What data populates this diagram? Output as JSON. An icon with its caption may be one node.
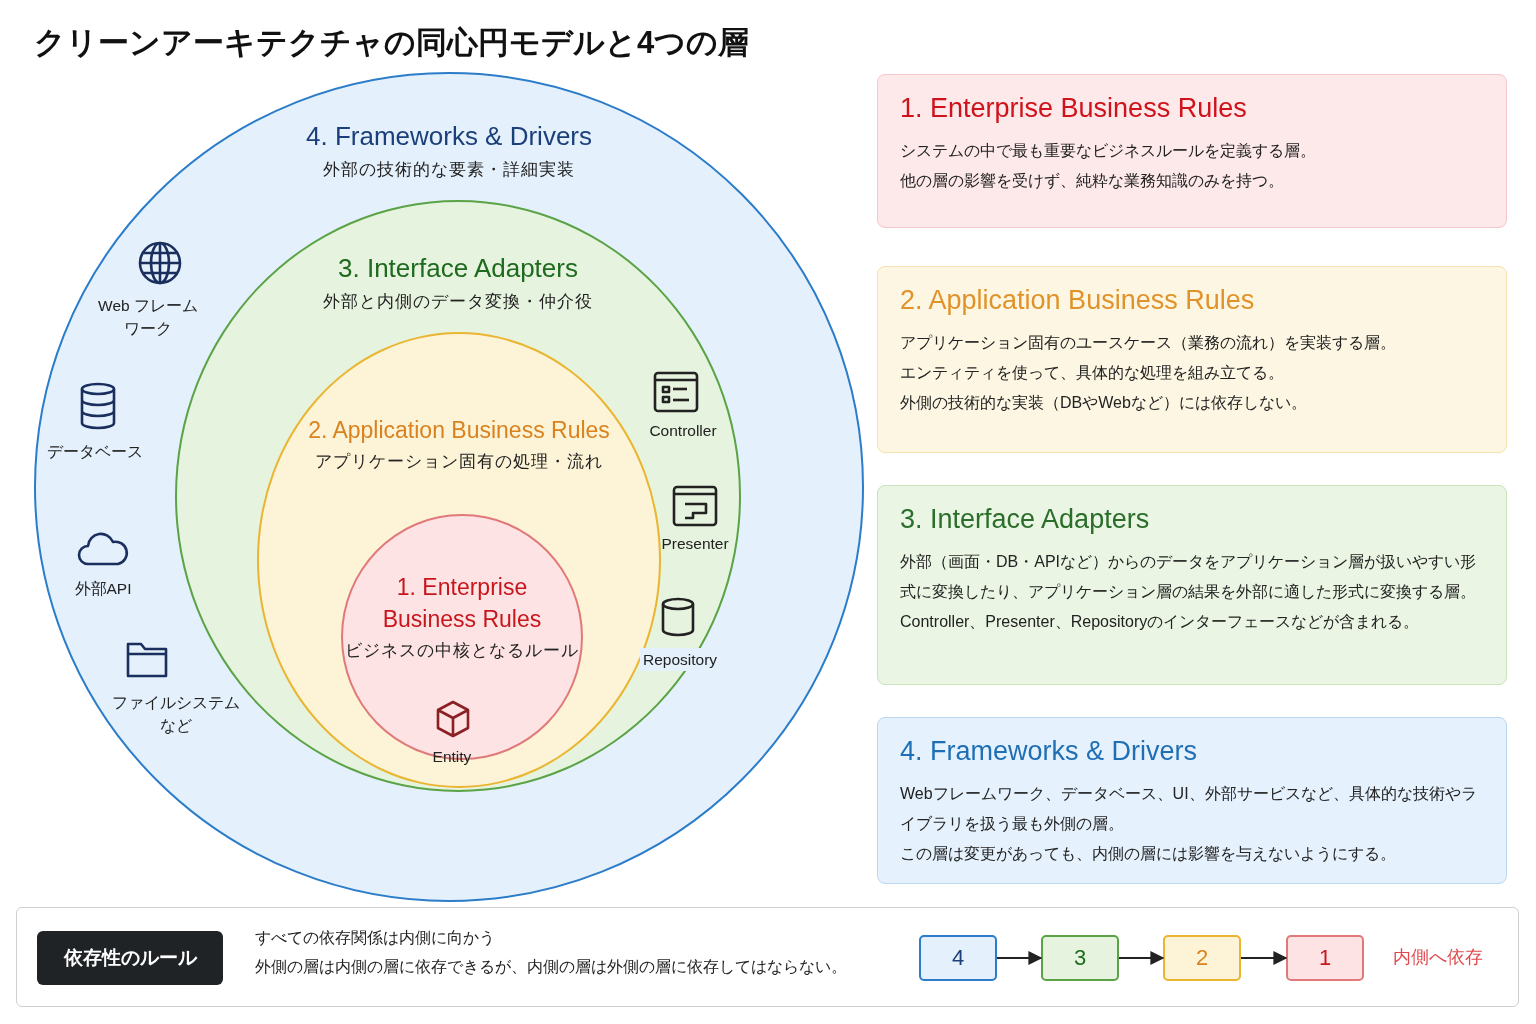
{
  "diagram": {
    "title": "クリーンアーキテクチャの同心円モデルと4つの層",
    "nodes": [
      {
        "text": [
          "4. Frameworks & Drivers",
          "外部の技術的な要素・詳細実装"
        ]
      },
      {
        "text": [
          "3. Interface Adapters",
          "外部と内側のデータ変換・仲介役"
        ],
        "in": 0
      },
      {
        "text": [
          "2. Application Business Rules",
          "アプリケーション固有の処理・流れ"
        ],
        "in": 1
      },
      {
        "text": [
          "1. Enterprise Business Rules",
          "ビジネスの中核となるルール"
        ],
        "in": 2
      },
      {
        "text": [
          "1. Enterprise Business Rules",
          "システムの中で最も重要なビジネスルールを定義する層。",
          "他の層の影響を受けず、純粋な業務知識のみを持つ。"
        ]
      },
      {
        "text": [
          "2. Application Business Rules",
          "アプリケーション固有のユースケース（業務の流れ）を実装する層。",
          "エンティティを使って、具体的な処理を組み立てる。",
          "外側の技術的な実装（DBやWebなど）には依存しない。"
        ]
      },
      {
        "text": [
          "3. Interface Adapters",
          "外部（画面・DB・APIなど）からのデータをアプリケーション層が扱いやすい形式に変換したり、アプリケーション層の結果を外部に適した形式に変換する層。",
          "Controller、Presenter、Repositoryのインターフェースなどが含まれる。"
        ]
      },
      {
        "text": [
          "4. Frameworks & Drivers",
          "Webフレームワーク、データベース、UI、外部サービスなど、具体的な技術やライブラリを扱う最も外側の層。",
          "この層は変更があっても、内側の層には影響を与えないようにする。"
        ]
      },
      {
        "text": [
          "すべての依存関係は内側に向かう",
          "外側の層は内側の層に依存できるが、内側の層は外側の層に依存してはならない。"
        ]
      },
      {
        "text": [
          "依存性のルール"
        ],
        "in": 8
      },
      {
        "text": [
          "4"
        ],
        "in": 8
      },
      {
        "text": [
          "3"
        ],
        "in": 8
      },
      {
        "text": [
          "2"
        ],
        "in": 8
      },
      {
        "text": [
          "1"
        ],
        "in": 8
      }
    ],
    "edges": [
      {
        "from": 10,
        "to": 11,
        "arrow": "to"
      },
      {
        "from": 11,
        "to": 12,
        "arrow": "to"
      },
      {
        "from": 12,
        "to": 13,
        "arrow": "to"
      }
    ],
    "labels": [
      "Web フレームワーク",
      "データベース",
      "外部API",
      "ファイルシステムなど",
      "Controller",
      "Presenter",
      "Repository",
      "Entity",
      "内側へ依存"
    ]
  }
}
